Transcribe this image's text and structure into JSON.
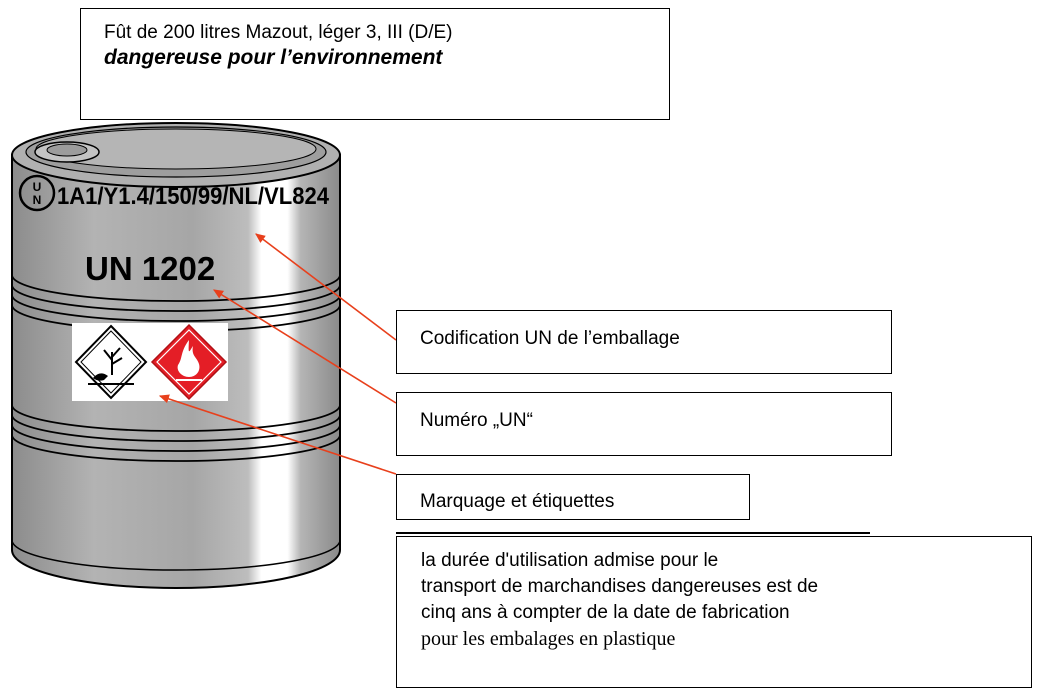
{
  "title": {
    "line1": "Fût de 200 litres Mazout, léger 3, III (D/E)",
    "line2": "dangereuse pour l’environnement"
  },
  "drum": {
    "un_symbol": "UN",
    "packaging_code": "1A1/Y1.4/150/99/NL/VL824",
    "un_number": "UN 1202"
  },
  "callouts": {
    "codification": "Codification UN de l’emballage",
    "numero": "Numéro „UN“",
    "marquage": "Marquage et étiquettes",
    "duree": [
      "la durée d'utilisation admise pour le",
      "transport de marchandises dangereuses est de",
      "cinq ans à compter de la date de fabrication",
      "pour les embalages en plastique"
    ]
  },
  "colors": {
    "drum": "#a8a8a8",
    "arrow": "#e8401c",
    "flammable_label": "#e41e26"
  },
  "icons": [
    "environment-hazard-icon",
    "flammable-liquid-icon",
    "un-packaging-symbol-icon"
  ]
}
